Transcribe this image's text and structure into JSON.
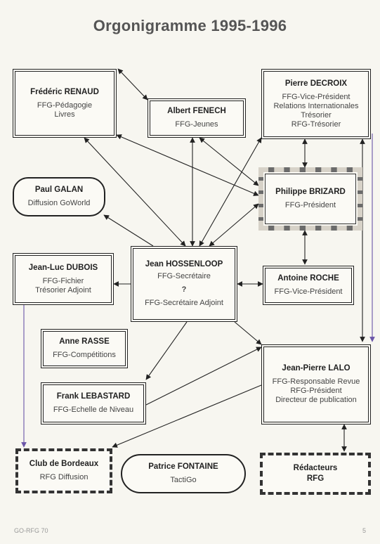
{
  "title": "Orgonigramme 1995-1996",
  "boxes": {
    "renaud": {
      "name": "Frédéric RENAUD",
      "lines": [
        "FFG-Pédagogie",
        "Livres"
      ]
    },
    "fenech": {
      "name": "Albert FENECH",
      "lines": [
        "FFG-Jeunes"
      ]
    },
    "decroix": {
      "name": "Pierre DECROIX",
      "lines": [
        "FFG-Vice-Président",
        "Relations Internationales",
        "Trésorier",
        "RFG-Trésorier"
      ]
    },
    "galan": {
      "name": "Paul GALAN",
      "lines": [
        "Diffusion GoWorld"
      ]
    },
    "brizard": {
      "name": "Philippe BRIZARD",
      "lines": [
        "FFG-Président"
      ]
    },
    "dubois": {
      "name": "Jean-Luc DUBOIS",
      "lines": [
        "FFG-Fichier",
        "Trésorier Adjoint"
      ]
    },
    "hossenloop": {
      "name": "Jean HOSSENLOOP",
      "lines": [
        "FFG-Secrétaire",
        "",
        "?",
        "",
        "FFG-Secrétaire Adjoint"
      ]
    },
    "roche": {
      "name": "Antoine ROCHE",
      "lines": [
        "FFG-Vice-Président"
      ]
    },
    "rasse": {
      "name": "Anne RASSE",
      "lines": [
        "FFG-Compétitions"
      ]
    },
    "lalo": {
      "name": "Jean-Pierre LALO",
      "lines": [
        "FFG-Responsable Revue",
        "RFG-Président",
        "Directeur de publication"
      ]
    },
    "lebastard": {
      "name": "Frank LEBASTARD",
      "lines": [
        "FFG-Echelle de Niveau"
      ]
    },
    "bordeaux": {
      "name": "Club de Bordeaux",
      "lines": [
        "RFG Diffusion"
      ]
    },
    "fontaine": {
      "name": "Patrice FONTAINE",
      "lines": [
        "TactiGo"
      ]
    },
    "redacteurs": {
      "name": "Rédacteurs",
      "lines": [
        "RFG"
      ]
    }
  },
  "footer": {
    "left": "GO-RFG 70",
    "right": "5"
  }
}
